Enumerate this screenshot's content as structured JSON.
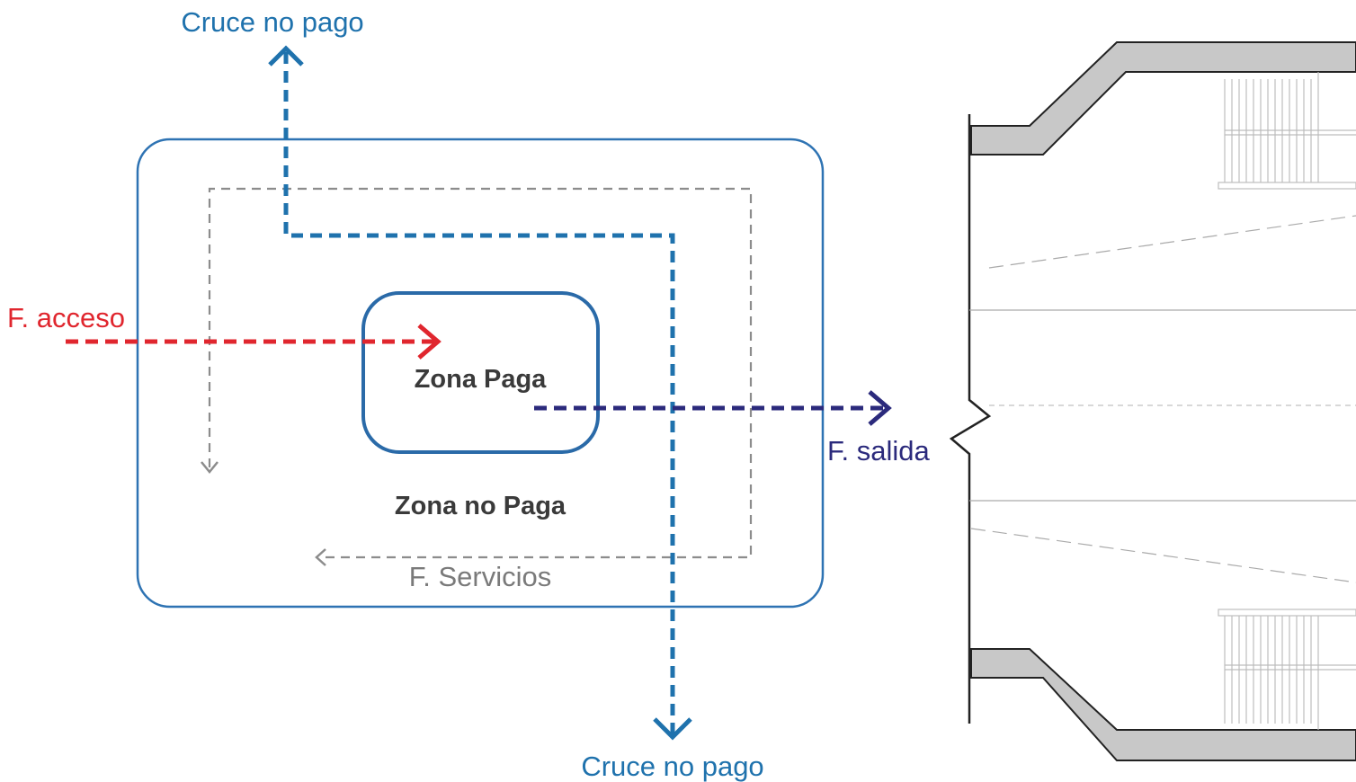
{
  "labels": {
    "cruce_top": "Cruce no pago",
    "cruce_bottom": "Cruce no pago",
    "acceso": "F. acceso",
    "salida": "F. salida",
    "servicios": "F. Servicios",
    "zona_paga": "Zona Paga",
    "zona_no_paga": "Zona no Paga"
  },
  "colors": {
    "cruce": "#1f72ad",
    "acceso": "#e0262e",
    "salida": "#2b2a7c",
    "servicios": "#8c8c8c",
    "zone_border": "#2e73b3",
    "inner_zone_border": "#2a6aa8",
    "plan_fill": "#c8c8c8",
    "plan_line": "#222222"
  }
}
